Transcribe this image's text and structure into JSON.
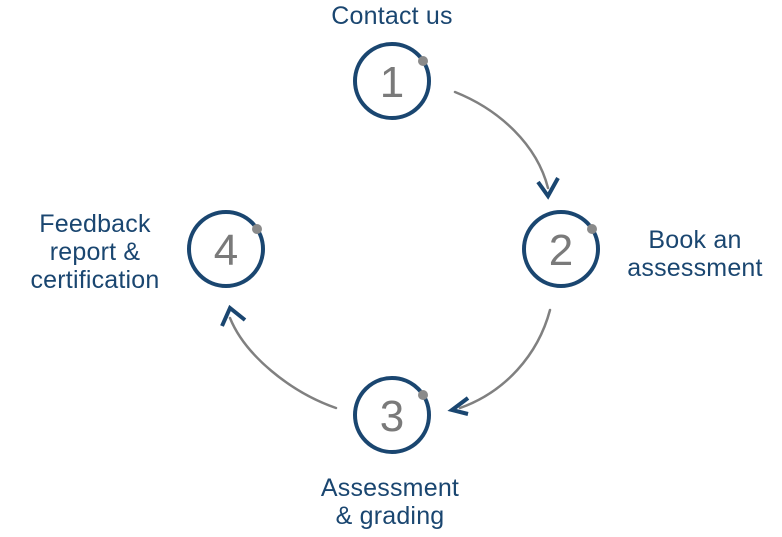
{
  "colors": {
    "circle_stroke": "#1a4670",
    "number": "#7a7a7a",
    "dot": "#8a8a8a",
    "arrow_line": "#808080",
    "arrow_head": "#1a4670",
    "label": "#1a4670"
  },
  "steps": [
    {
      "number": "1",
      "label_lines": [
        "Contact us"
      ]
    },
    {
      "number": "2",
      "label_lines": [
        "Book an",
        "assessment"
      ]
    },
    {
      "number": "3",
      "label_lines": [
        "Assessment",
        "& grading"
      ]
    },
    {
      "number": "4",
      "label_lines": [
        "Feedback",
        "report &",
        "certification"
      ]
    }
  ],
  "flow": [
    {
      "from": "1",
      "to": "2"
    },
    {
      "from": "2",
      "to": "3"
    },
    {
      "from": "3",
      "to": "4"
    }
  ]
}
